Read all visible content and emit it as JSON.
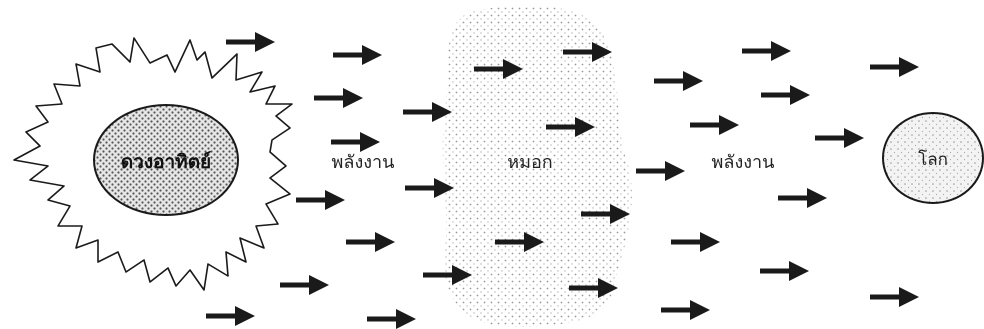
{
  "labels": {
    "sun": "ดวงอาทิตย์",
    "energy_left": "พลังงาน",
    "fog": "หมอก",
    "energy_right": "พลังงาน",
    "earth": "โลก"
  },
  "colors": {
    "ink": "#1a1a1a",
    "fog_dots": "#9a9a9a",
    "sun_texture": "#555555"
  }
}
